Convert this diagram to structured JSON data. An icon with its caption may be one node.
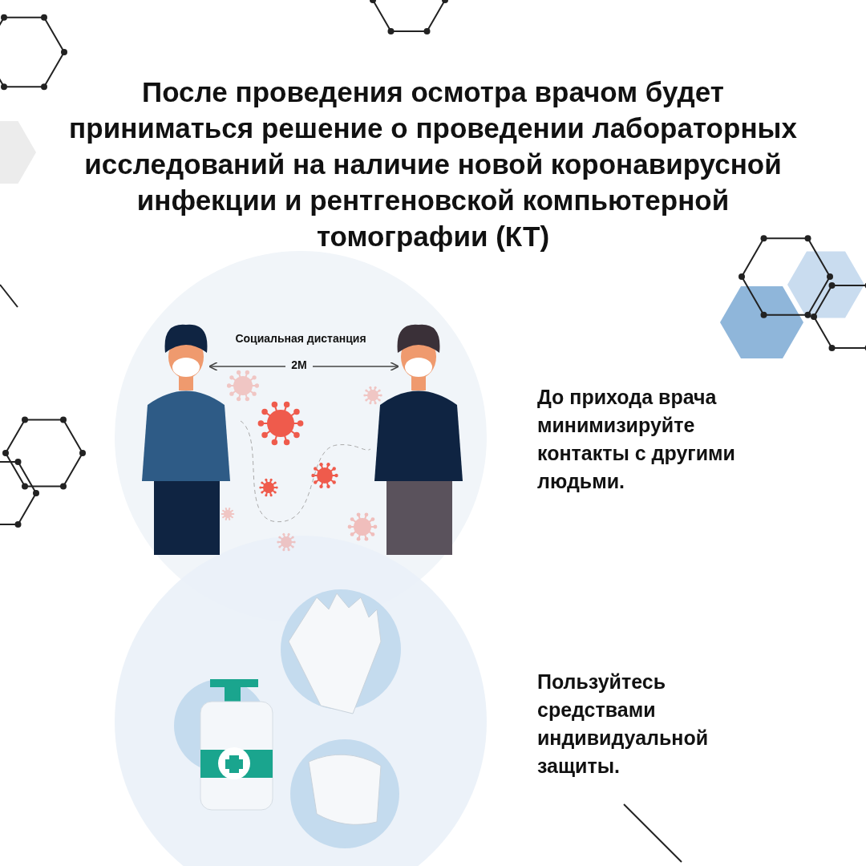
{
  "diagram": {
    "title": "После проведения осмотра врачом будет приниматься решение о проведении лабораторных исследований на наличие новой коронавирусной инфекции и рентгеновской компьютерной томографии (КТ)",
    "labels": [
      "Социальная дистанция",
      "2М",
      "До прихода врача минимизируйте контакты с другими людьми.",
      "Пользуйтесь средствами индивидуальной защиты."
    ]
  }
}
